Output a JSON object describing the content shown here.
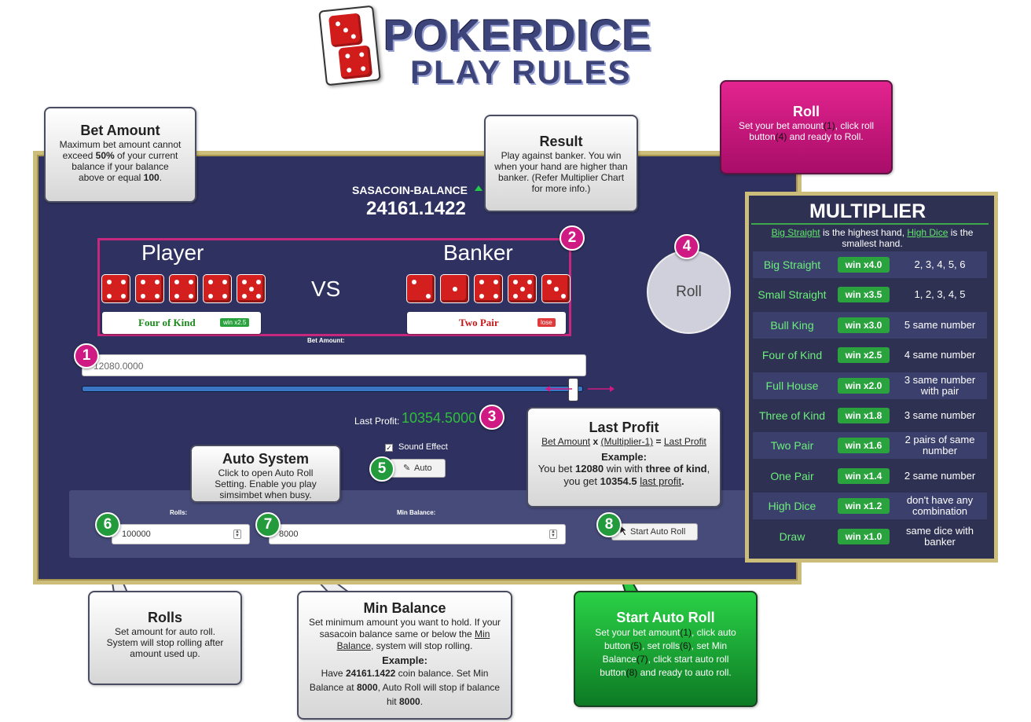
{
  "header": {
    "title": "POKERDICE",
    "subtitle": "PLAY RULES"
  },
  "game": {
    "balance_label": "SASACOIN-BALANCE",
    "balance_value": "24161.1422",
    "player_title": "Player",
    "banker_title": "Banker",
    "vs": "VS",
    "player_hand": {
      "name": "Four of Kind",
      "badge": "win x2.5",
      "badge_color": "#2aa33f",
      "dice": [
        4,
        4,
        4,
        4,
        5
      ]
    },
    "banker_hand": {
      "name": "Two Pair",
      "badge": "lose",
      "badge_color": "#e03a3a",
      "dice": [
        2,
        1,
        4,
        5,
        3
      ]
    },
    "bet_label": "Bet Amount:",
    "bet_value": "12080.0000",
    "slider_fraction": 0.98,
    "last_profit_label": "Last Profit:",
    "last_profit_value": "10354.5000",
    "sound_effect_label": "Sound Effect",
    "auto_label": "Auto",
    "rolls_label": "Rolls:",
    "rolls_value": "100000",
    "min_balance_label": "Min Balance:",
    "min_balance_value": "8000",
    "start_auto_roll_label": "Start Auto Roll",
    "roll_label": "Roll"
  },
  "callouts": {
    "bet_amount": {
      "num": "1",
      "title": "Bet Amount",
      "line1": "Maximum bet amount cannot",
      "line2a": "exceed ",
      "line2b": "50%",
      "line2c": " of your current",
      "line3": "balance if your balance",
      "line4a": "above or equal ",
      "line4b": "100",
      "line4c": "."
    },
    "result": {
      "num": "2",
      "title": "Result",
      "text": "Play against banker. You win when your hand are higher than banker. (Refer Multiplier Chart for more info.)"
    },
    "last_profit": {
      "num": "3",
      "title": "Last Profit",
      "f1": "Bet Amount",
      "f2": " x ",
      "f3": "(Multiplier-1)",
      "f4": " = ",
      "f5": "Last Profit",
      "ex": "Example:",
      "l1a": "You bet ",
      "l1b": "12080",
      "l1c": " win with ",
      "l1d": "three of kind",
      "l1e": ",",
      "l2a": "you get ",
      "l2b": "10354.5",
      "l2c": " ",
      "l2d": "last profit",
      "l2e": "."
    },
    "roll": {
      "num": "4",
      "title": "Roll",
      "a": "Set your bet amount",
      "b": "(1)",
      "c": ", click roll",
      "d": "button",
      "e": "(4)",
      "f": " and ready to Roll."
    },
    "auto_system": {
      "num": "5",
      "title": "Auto System",
      "text": "Click to open Auto Roll Setting. Enable you play simsimbet when busy."
    },
    "rolls": {
      "num": "6",
      "title": "Rolls",
      "text": "Set amount for auto roll. System will stop rolling after amount used up."
    },
    "min_balance": {
      "num": "7",
      "title": "Min Balance",
      "t1": "Set minimum amount you want to hold. If your sasacoin balance same or below the ",
      "t2": "Min Balance",
      "t3": ", system will stop rolling.",
      "ex": "Example:",
      "e1": "Have ",
      "e2": "24161.1422",
      "e3": " coin balance. Set Min Balance at ",
      "e4": "8000",
      "e5": ", Auto Roll will stop if balance hit ",
      "e6": "8000",
      "e7": "."
    },
    "start_auto_roll": {
      "num": "8",
      "title": "Start Auto Roll",
      "a": "Set your bet amount",
      "b": "(1)",
      "c": ", click auto button",
      "d": "(5)",
      "e": ", set rolls",
      "f": "(6)",
      "g": ", set Min Balance",
      "h": "(7)",
      "i": ", click start auto roll button",
      "j": "(8)",
      "k": " and ready to auto roll."
    }
  },
  "multiplier": {
    "title": "MULTIPLIER",
    "note_a": "Big Straight",
    "note_b": " is the highest hand, ",
    "note_c": "High Dice",
    "note_d": " is the smallest hand.",
    "rows": [
      {
        "name": "Big Straight",
        "win": "win x4.0",
        "desc": "2, 3, 4, 5, 6"
      },
      {
        "name": "Small Straight",
        "win": "win x3.5",
        "desc": "1, 2, 3, 4, 5"
      },
      {
        "name": "Bull King",
        "win": "win x3.0",
        "desc": "5 same number"
      },
      {
        "name": "Four of Kind",
        "win": "win x2.5",
        "desc": "4 same number"
      },
      {
        "name": "Full House",
        "win": "win x2.0",
        "desc": "3 same number with pair"
      },
      {
        "name": "Three of Kind",
        "win": "win x1.8",
        "desc": "3 same number"
      },
      {
        "name": "Two Pair",
        "win": "win x1.6",
        "desc": "2 pairs of same number"
      },
      {
        "name": "One Pair",
        "win": "win x1.4",
        "desc": "2 same number"
      },
      {
        "name": "High Dice",
        "win": "win x1.2",
        "desc": "don't have any combination"
      },
      {
        "name": "Draw",
        "win": "win x1.0",
        "desc": "same dice with banker"
      }
    ]
  },
  "colors": {
    "panel": "#2f3260",
    "gold_border": "#cdbd7a",
    "accent_pink": "#d01a83",
    "accent_green": "#239a3c",
    "profit_green": "#2fbf3b"
  }
}
